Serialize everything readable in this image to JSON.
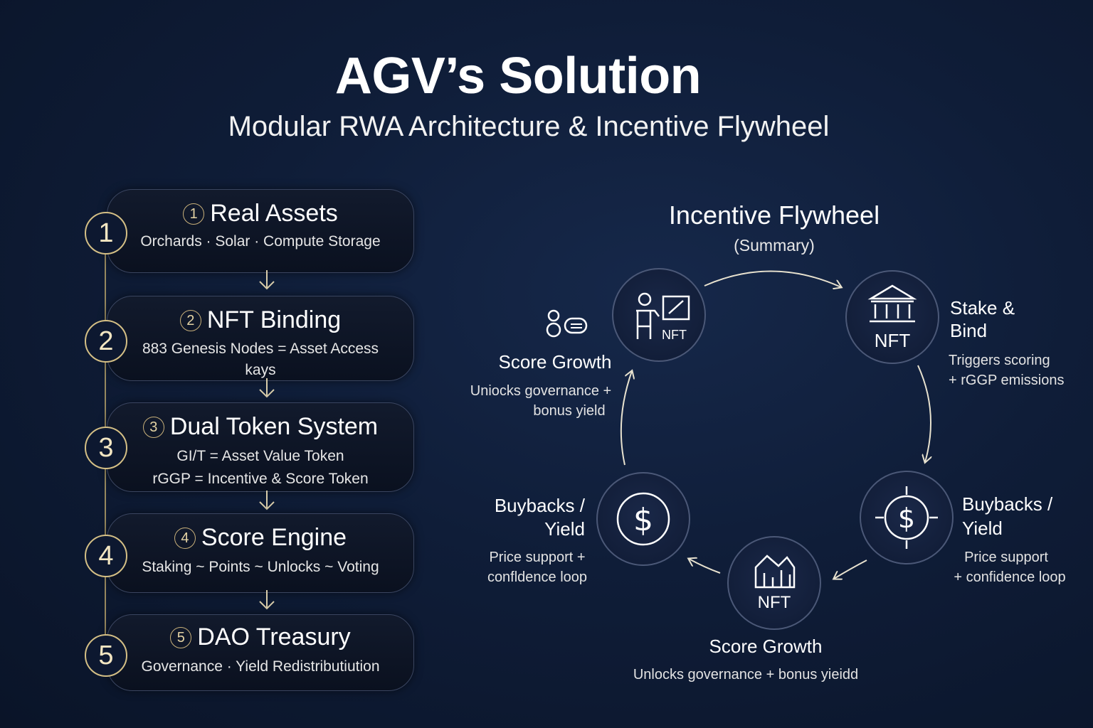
{
  "header": {
    "title": "AGV’s Solution",
    "subtitle": "Modular RWA Architecture & Incentive Flywheel"
  },
  "steps": [
    {
      "number": "1",
      "badge": "1",
      "title": "Real Assets",
      "lines": [
        "Orchards · Solar · Compute Storage"
      ]
    },
    {
      "number": "2",
      "badge": "2",
      "title": "NFT Binding",
      "lines": [
        "883 Genesis Nodes = Asset Access",
        "kays"
      ]
    },
    {
      "number": "3",
      "badge": "3",
      "title": "Dual Token System",
      "lines": [
        "GI/T = Asset Value Token",
        "rGGP = Incentive & Score Token"
      ]
    },
    {
      "number": "4",
      "badge": "4",
      "title": "Score Engine",
      "lines": [
        "Staking ~ Points ~ Unlocks ~ Voting"
      ]
    },
    {
      "number": "5",
      "badge": "5",
      "title": "DAO Treasury",
      "lines": [
        "Governance · Yield Redistributiution"
      ]
    }
  ],
  "flywheel": {
    "title": "Incentive Flywheel",
    "summary": "(Summary)",
    "nodes": [
      {
        "id": "top-left",
        "icon": "person-board-icon",
        "caption": "NFT"
      },
      {
        "id": "top-right",
        "icon": "bank-icon",
        "caption": "NFT"
      },
      {
        "id": "right",
        "icon": "dollar-target-icon",
        "caption": ""
      },
      {
        "id": "bottom",
        "icon": "house-chart-icon",
        "caption": "NFT"
      },
      {
        "id": "left",
        "icon": "dollar-icon",
        "caption": ""
      }
    ],
    "labels": {
      "score_growth_left": {
        "title": "Score Growth",
        "lines": [
          "Uniocks governance +",
          "bonus yield"
        ]
      },
      "stake_bind": {
        "title_lines": [
          "Stake &",
          "Bind"
        ],
        "lines": [
          "Triggers scoring",
          "+ rGGP emissions"
        ]
      },
      "buybacks_right": {
        "title_lines": [
          "Buybacks /",
          "Yield"
        ],
        "lines": [
          "Price support",
          "+ confidence loop"
        ]
      },
      "score_growth_bottom": {
        "title": "Score Growth",
        "lines": [
          "Unlocks governance + bonus yieidd"
        ]
      },
      "buybacks_left": {
        "title_lines": [
          "Buybacks /",
          "Yield"
        ],
        "lines": [
          "Price support +",
          "confldence loop"
        ]
      }
    }
  },
  "colors": {
    "background": "#0f1d38",
    "accent_gold": "#d4bf85",
    "node_border": "#4b5877",
    "arrow": "#e8e2cf"
  }
}
